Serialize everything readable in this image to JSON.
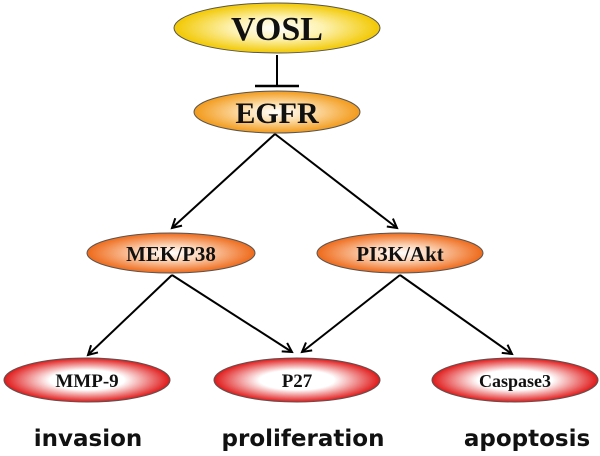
{
  "diagram": {
    "nodes": [
      {
        "id": "vosl",
        "label": "VOSL",
        "level": 0,
        "color": "#f2c800"
      },
      {
        "id": "egfr",
        "label": "EGFR",
        "level": 1,
        "color": "#f29a1a"
      },
      {
        "id": "mek",
        "label": "MEK/P38",
        "level": 2,
        "color": "#ee6a1a"
      },
      {
        "id": "pi3k",
        "label": "PI3K/Akt",
        "level": 2,
        "color": "#ee6a1a"
      },
      {
        "id": "mmp9",
        "label": "MMP-9",
        "level": 3,
        "color": "#e01818"
      },
      {
        "id": "p27",
        "label": "P27",
        "level": 3,
        "color": "#e01818"
      },
      {
        "id": "casp3",
        "label": "Caspase3",
        "level": 3,
        "color": "#e01818"
      }
    ],
    "edges": [
      {
        "from": "vosl",
        "to": "egfr",
        "type": "inhibition"
      },
      {
        "from": "egfr",
        "to": "mek",
        "type": "activation"
      },
      {
        "from": "egfr",
        "to": "pi3k",
        "type": "activation"
      },
      {
        "from": "mek",
        "to": "mmp9",
        "type": "activation"
      },
      {
        "from": "mek",
        "to": "p27",
        "type": "activation"
      },
      {
        "from": "pi3k",
        "to": "p27",
        "type": "activation"
      },
      {
        "from": "pi3k",
        "to": "casp3",
        "type": "activation"
      }
    ],
    "outcomes": {
      "invasion": "invasion",
      "proliferation": "proliferation",
      "apoptosis": "apoptosis"
    }
  }
}
